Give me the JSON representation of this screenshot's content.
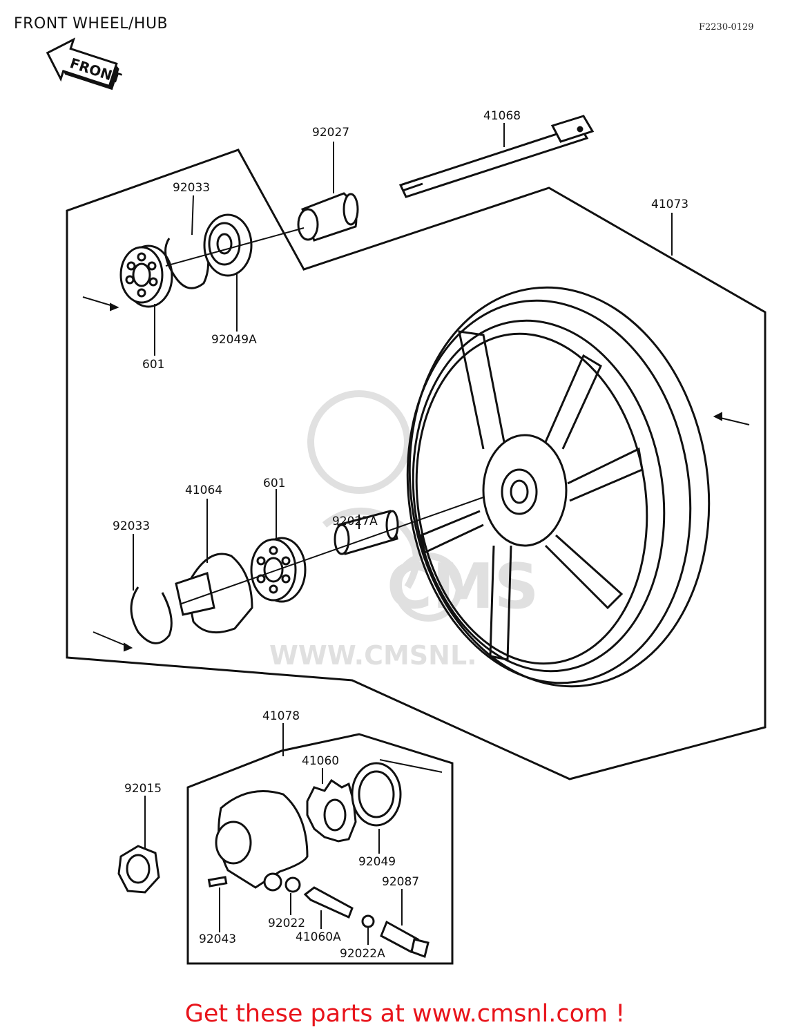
{
  "header": {
    "title": "FRONT WHEEL/HUB",
    "diagram_code": "F2230-0129",
    "front_badge": "FRONT"
  },
  "parts": [
    {
      "id": "p-92027",
      "number": "92027"
    },
    {
      "id": "p-41068",
      "number": "41068"
    },
    {
      "id": "p-41073",
      "number": "41073"
    },
    {
      "id": "p-92033a",
      "number": "92033"
    },
    {
      "id": "p-92049a",
      "number": "92049A"
    },
    {
      "id": "p-601a",
      "number": "601"
    },
    {
      "id": "p-41064",
      "number": "41064"
    },
    {
      "id": "p-601b",
      "number": "601"
    },
    {
      "id": "p-92027a",
      "number": "92027A"
    },
    {
      "id": "p-92033b",
      "number": "92033"
    },
    {
      "id": "p-41078",
      "number": "41078"
    },
    {
      "id": "p-41060",
      "number": "41060"
    },
    {
      "id": "p-92015",
      "number": "92015"
    },
    {
      "id": "p-92049",
      "number": "92049"
    },
    {
      "id": "p-92087",
      "number": "92087"
    },
    {
      "id": "p-92022",
      "number": "92022"
    },
    {
      "id": "p-92043",
      "number": "92043"
    },
    {
      "id": "p-41060a",
      "number": "41060A"
    },
    {
      "id": "p-92022a",
      "number": "92022A"
    }
  ],
  "watermark": {
    "text": "WWW.CMSNL.",
    "logo_text": "CMS"
  },
  "footer": {
    "text": "Get these parts at www.cmsnl.com !",
    "color": "#e8141b"
  }
}
